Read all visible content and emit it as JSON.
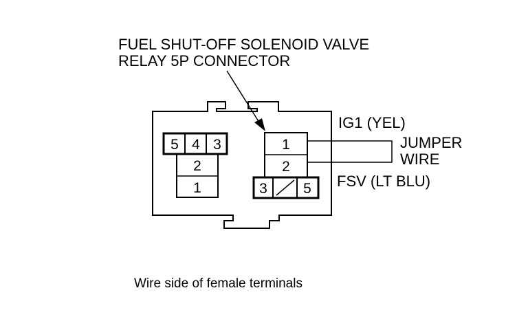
{
  "callout": {
    "line1": "FUEL SHUT-OFF SOLENOID VALVE",
    "line2": "RELAY 5P CONNECTOR"
  },
  "wire_labels": {
    "ig1": "IG1 (YEL)",
    "fsv": "FSV (LT BLU)",
    "jumper_line1": "JUMPER",
    "jumper_line2": "WIRE"
  },
  "left_socket": {
    "top_row": [
      "5",
      "4",
      "3"
    ],
    "middle": "2",
    "bottom": "1"
  },
  "right_socket": {
    "pin1": "1",
    "pin2": "2",
    "pin3": "3",
    "pin5": "5"
  },
  "caption": "Wire side of female terminals",
  "colors": {
    "ink": "#000000",
    "background": "#ffffff"
  }
}
